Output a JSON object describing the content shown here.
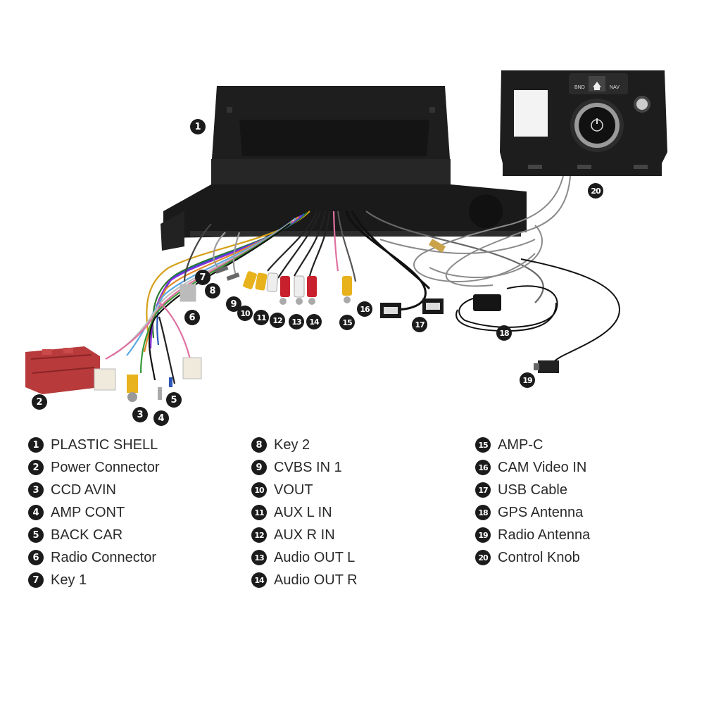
{
  "legend": [
    {
      "n": "1",
      "label": "PLASTIC SHELL"
    },
    {
      "n": "2",
      "label": "Power Connector"
    },
    {
      "n": "3",
      "label": "CCD AVIN"
    },
    {
      "n": "4",
      "label": "AMP CONT"
    },
    {
      "n": "5",
      "label": "BACK CAR"
    },
    {
      "n": "6",
      "label": "Radio Connector"
    },
    {
      "n": "7",
      "label": "Key 1"
    },
    {
      "n": "8",
      "label": "Key 2"
    },
    {
      "n": "9",
      "label": "CVBS IN 1"
    },
    {
      "n": "10",
      "label": "VOUT"
    },
    {
      "n": "11",
      "label": "AUX L IN"
    },
    {
      "n": "12",
      "label": "AUX R IN"
    },
    {
      "n": "13",
      "label": "Audio OUT L"
    },
    {
      "n": "14",
      "label": "Audio OUT R"
    },
    {
      "n": "15",
      "label": "AMP-C"
    },
    {
      "n": "16",
      "label": "CAM Video IN"
    },
    {
      "n": "17",
      "label": "USB Cable"
    },
    {
      "n": "18",
      "label": "GPS Antenna"
    },
    {
      "n": "19",
      "label": "Radio Antenna"
    },
    {
      "n": "20",
      "label": "Control Knob"
    }
  ],
  "knob": {
    "bnd": "BND",
    "nav": "NAV"
  },
  "colors": {
    "badge": "#1b1b1b",
    "shell": "#1e1e1e",
    "power_connector": "#b83a3a",
    "rca_red": "#c8202c",
    "rca_yellow": "#e8b21c",
    "rca_white": "#eeeeee"
  }
}
